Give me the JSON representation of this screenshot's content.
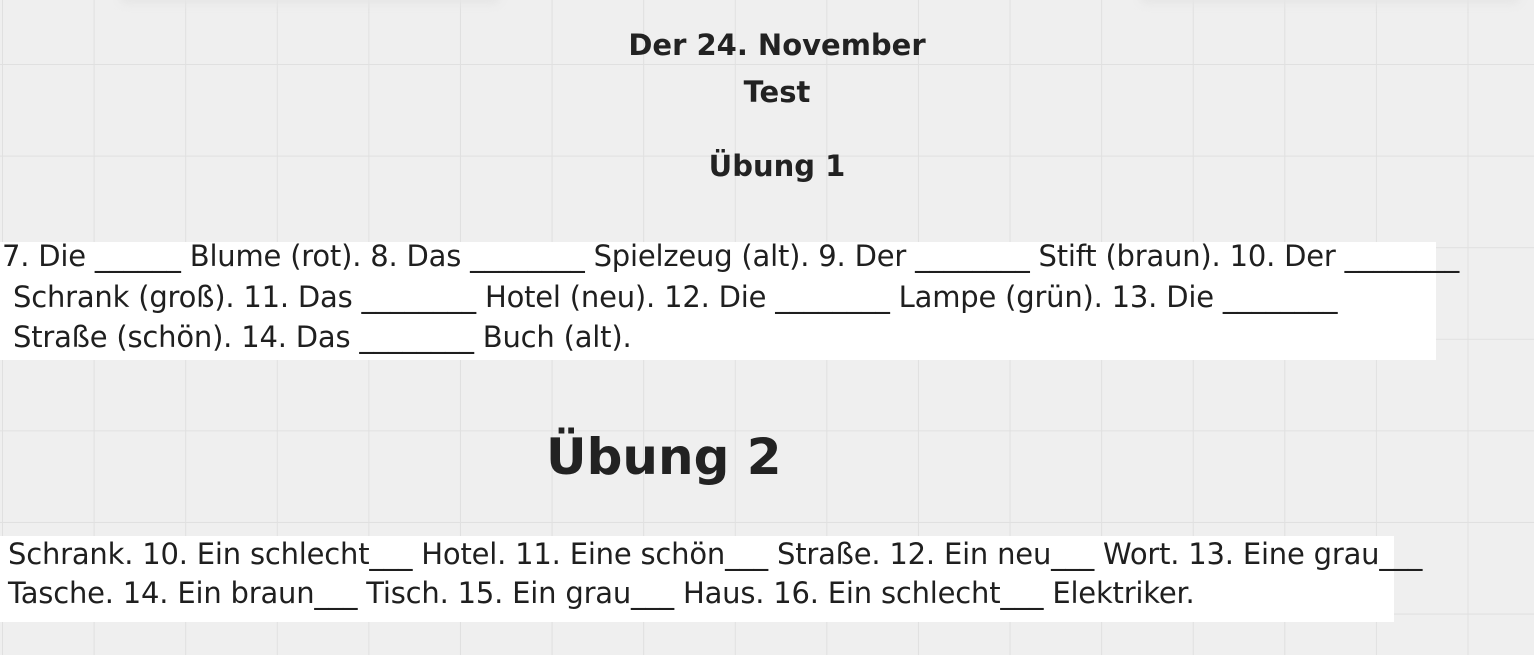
{
  "header": {
    "date": "Der 24. November",
    "test": "Test",
    "exercise1_title": "Übung 1",
    "exercise2_title": "Übung 2"
  },
  "exercise1": {
    "lines": [
      "7. Die ______ Blume (rot). 8. Das ________ Spielzeug (alt). 9. Der ________ Stift (braun). 10. Der ________",
      "Schrank (groß). 11. Das ________ Hotel (neu). 12. Die ________ Lampe (grün). 13. Die ________",
      "Straße (schön). 14. Das ________ Buch (alt)."
    ]
  },
  "exercise2": {
    "lines": [
      "Schrank. 10. Ein schlecht___ Hotel. 11. Eine schön___ Straße. 12. Ein neu___ Wort. 13. Eine grau___",
      "Tasche. 14. Ein braun___ Tisch. 15. Ein grau___ Haus. 16. Ein schlecht___ Elektriker."
    ]
  }
}
